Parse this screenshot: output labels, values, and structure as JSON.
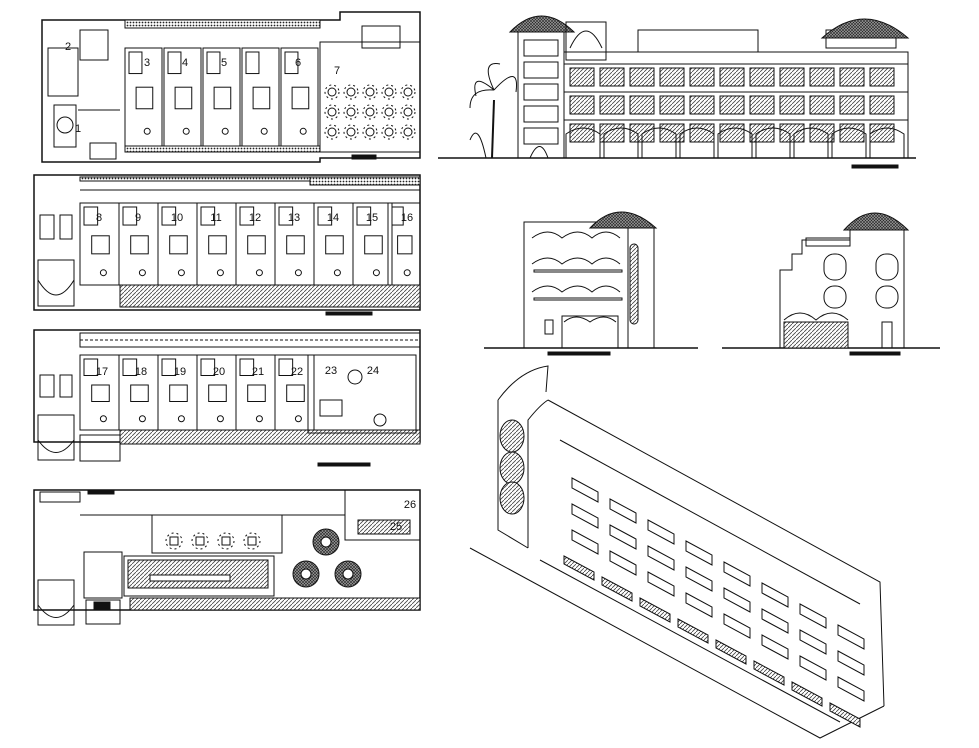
{
  "floor1": {
    "rooms": [
      "1",
      "2",
      "3",
      "4",
      "5",
      "6",
      "7"
    ]
  },
  "floor2": {
    "rooms": [
      "8",
      "9",
      "10",
      "11",
      "12",
      "13",
      "14",
      "15",
      "16"
    ]
  },
  "floor3": {
    "rooms": [
      "17",
      "18",
      "19",
      "20",
      "21",
      "22",
      "23",
      "24"
    ]
  },
  "roof": {
    "rooms": [
      "25",
      "26"
    ]
  },
  "colors": {
    "line": "#111111",
    "hatch": "#555555",
    "background": "#ffffff"
  }
}
